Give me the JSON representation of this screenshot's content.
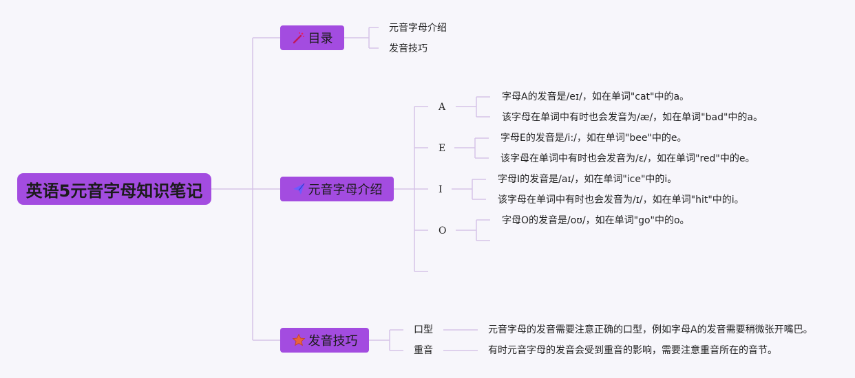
{
  "root": {
    "title": "英语5元音字母知识笔记"
  },
  "branches": {
    "toc": {
      "label": "目录",
      "icon": "magic-wand-icon",
      "items": [
        "元音字母介绍",
        "发音技巧"
      ]
    },
    "vowels": {
      "label": "元音字母介绍",
      "icon": "paper-plane-icon",
      "letters": [
        {
          "letter": "A",
          "notes": [
            "字母A的发音是/eɪ/，如在单词\"cat\"中的a。",
            "该字母在单词中有时也会发音为/æ/，如在单词\"bad\"中的a。"
          ]
        },
        {
          "letter": "E",
          "notes": [
            "字母E的发音是/i:/，如在单词\"bee\"中的e。",
            "该字母在单词中有时也会发音为/ɛ/，如在单词\"red\"中的e。"
          ]
        },
        {
          "letter": "I",
          "notes": [
            "字母I的发音是/aɪ/，如在单词\"ice\"中的i。",
            "该字母在单词中有时也会发音为/ɪ/，如在单词\"hit\"中的i。"
          ]
        },
        {
          "letter": "O",
          "notes": [
            "字母O的发音是/oʊ/，如在单词\"go\"中的o。"
          ]
        }
      ]
    },
    "tips": {
      "label": "发音技巧",
      "icon": "star-icon",
      "items": [
        {
          "label": "口型",
          "text": "元音字母的发音需要注意正确的口型，例如字母A的发音需要稍微张开嘴巴。"
        },
        {
          "label": "重音",
          "text": "有时元音字母的发音会受到重音的影响，需要注意重音所在的音节。"
        }
      ]
    }
  },
  "colors": {
    "node": "#a34ce0",
    "line": "#d3bfe6",
    "background": "#f7f6fb"
  }
}
